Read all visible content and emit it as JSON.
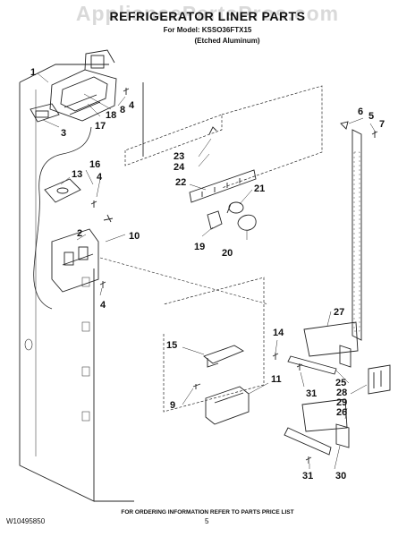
{
  "watermark": "AppliancePartsPros.com",
  "header": {
    "title": "REFRIGERATOR LINER PARTS",
    "model": "For Model: KSSO36FTX15",
    "finish": "(Etched Aluminum)"
  },
  "callouts": {
    "c1": "1",
    "c2": "2",
    "c3": "3",
    "c4a": "4",
    "c4b": "4",
    "c4c": "4",
    "c5": "5",
    "c6": "6",
    "c7": "7",
    "c8": "8",
    "c9": "9",
    "c10": "10",
    "c11": "11",
    "c13": "13",
    "c14": "14",
    "c15": "15",
    "c16": "16",
    "c17": "17",
    "c18": "18",
    "c19": "19",
    "c20": "20",
    "c21": "21",
    "c22": "22",
    "c23": "23",
    "c24": "24",
    "c25": "25",
    "c26": "26",
    "c27": "27",
    "c28": "28",
    "c29": "29",
    "c30": "30",
    "c31a": "31",
    "c31b": "31"
  },
  "footer": {
    "note": "FOR ORDERING INFORMATION REFER TO PARTS PRICE LIST",
    "doc_number": "W10495850",
    "page_number": "5"
  }
}
